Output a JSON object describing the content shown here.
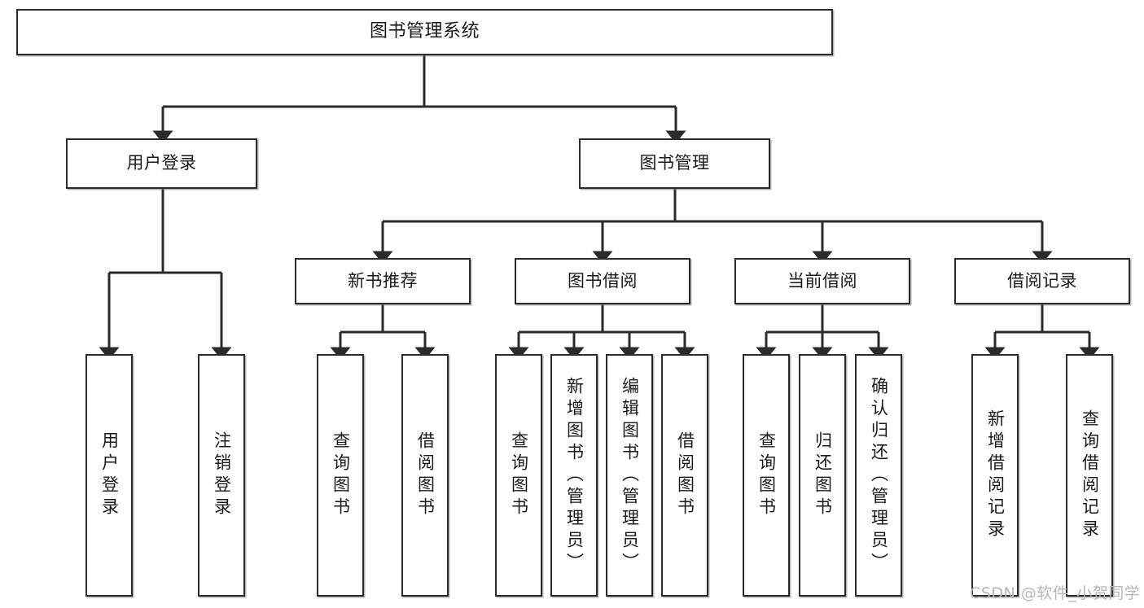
{
  "diagram": {
    "title": "图书管理系统",
    "type": "hierarchy-tree",
    "orientation": "top-down",
    "colors": {
      "box_border": "#2b2b2b",
      "box_fill": "#ffffff",
      "line": "#2b2b2b",
      "text": "#1a1a1a",
      "watermark": "#b6b6b6",
      "background": "#ffffff"
    }
  },
  "watermark": {
    "text": "CSDN @软件_小贺同学"
  },
  "nodes": {
    "root": {
      "label": "图书管理系统"
    },
    "level2": [
      {
        "id": "user-login",
        "label": "用户登录"
      },
      {
        "id": "book-manage",
        "label": "图书管理"
      }
    ],
    "level3": [
      {
        "id": "new-book-recommend",
        "label": "新书推荐"
      },
      {
        "id": "book-borrow",
        "label": "图书借阅"
      },
      {
        "id": "current-borrow",
        "label": "当前借阅"
      },
      {
        "id": "borrow-record",
        "label": "借阅记录"
      }
    ],
    "leaves": {
      "user-login": [
        {
          "id": "leaf-user-login",
          "label": "用户登录"
        },
        {
          "id": "leaf-logout",
          "label": "注销登录"
        }
      ],
      "new-book-recommend": [
        {
          "id": "leaf-query-book-1",
          "label": "查询图书"
        },
        {
          "id": "leaf-borrow-book-1",
          "label": "借阅图书"
        }
      ],
      "book-borrow": [
        {
          "id": "leaf-query-book-2",
          "label": "查询图书"
        },
        {
          "id": "leaf-add-book",
          "label": "新增图书（管理员）"
        },
        {
          "id": "leaf-edit-book",
          "label": "编辑图书（管理员）"
        },
        {
          "id": "leaf-borrow-book-2",
          "label": "借阅图书"
        }
      ],
      "current-borrow": [
        {
          "id": "leaf-query-book-3",
          "label": "查询图书"
        },
        {
          "id": "leaf-return-book",
          "label": "归还图书"
        },
        {
          "id": "leaf-confirm-return",
          "label": "确认归还（管理员）"
        }
      ],
      "borrow-record": [
        {
          "id": "leaf-add-record",
          "label": "新增借阅记录"
        },
        {
          "id": "leaf-query-record",
          "label": "查询借阅记录"
        }
      ]
    }
  }
}
